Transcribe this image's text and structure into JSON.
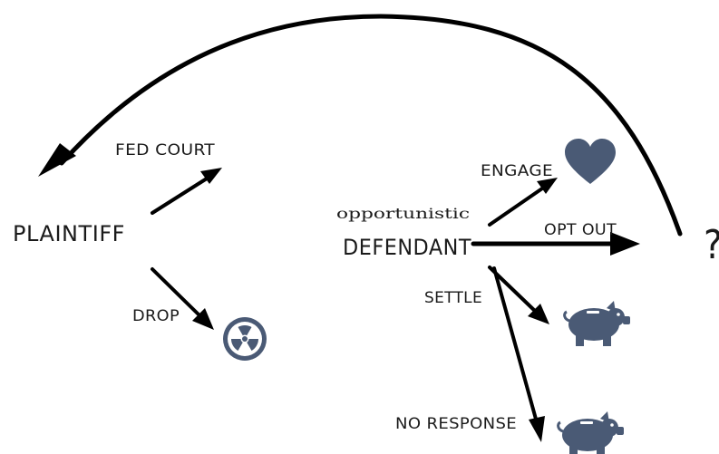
{
  "nodes": {
    "plaintiff": "PLAINTIFF",
    "defendant_qualifier": "opportunistic",
    "defendant": "DEFENDANT",
    "partial_glyph": "?"
  },
  "edges": {
    "fed_court": "FED COURT",
    "drop": "DROP",
    "engage": "ENGAGE",
    "opt_out": "OPT OUT",
    "settle": "SETTLE",
    "no_response": "NO RESPONSE"
  },
  "icons": {
    "drop_outcome": "radiation-icon",
    "engage_outcome": "heart-icon",
    "settle_outcome": "piggy-bank-icon",
    "no_response_outcome": "piggy-bank-icon"
  },
  "colors": {
    "icon": "#4a5a75",
    "arrow": "#000000"
  }
}
